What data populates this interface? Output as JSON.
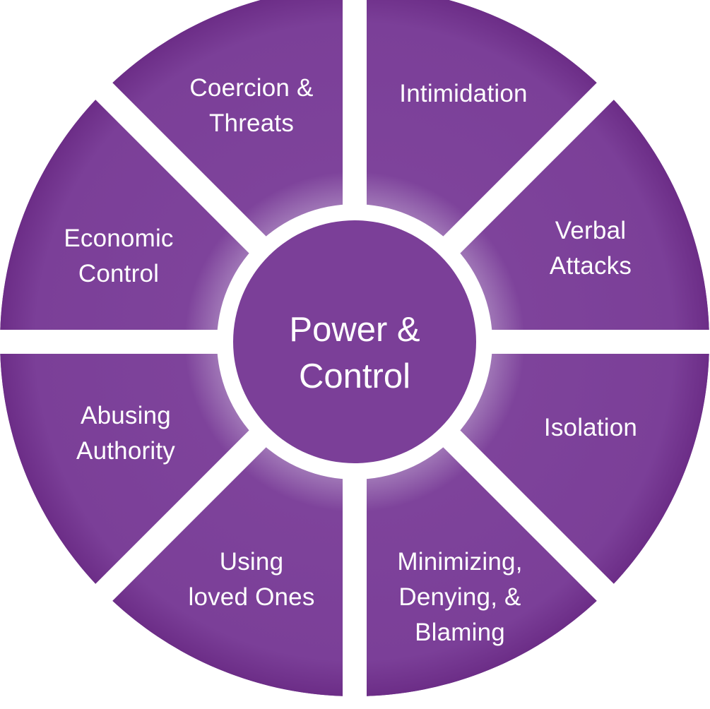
{
  "center": {
    "line1": "Power &",
    "line2": "Control"
  },
  "segments": [
    {
      "id": "coercion-threats",
      "lines": [
        "Coercion &",
        "Threats"
      ]
    },
    {
      "id": "intimidation",
      "lines": [
        "Intimidation"
      ]
    },
    {
      "id": "verbal-attacks",
      "lines": [
        "Verbal",
        "Attacks"
      ]
    },
    {
      "id": "isolation",
      "lines": [
        "Isolation"
      ]
    },
    {
      "id": "minimizing-denying-blaming",
      "lines": [
        "Minimizing,",
        "Denying, &",
        "Blaming"
      ]
    },
    {
      "id": "using-loved-ones",
      "lines": [
        "Using",
        "loved Ones"
      ]
    },
    {
      "id": "abusing-authority",
      "lines": [
        "Abusing",
        "Authority"
      ]
    },
    {
      "id": "economic-control",
      "lines": [
        "Economic",
        "Control"
      ]
    }
  ],
  "colors": {
    "segment": "#7b3f98",
    "segment_edge": "#6e3089",
    "glow": "#b08fc4",
    "separator": "#ffffff",
    "text": "#ffffff"
  }
}
